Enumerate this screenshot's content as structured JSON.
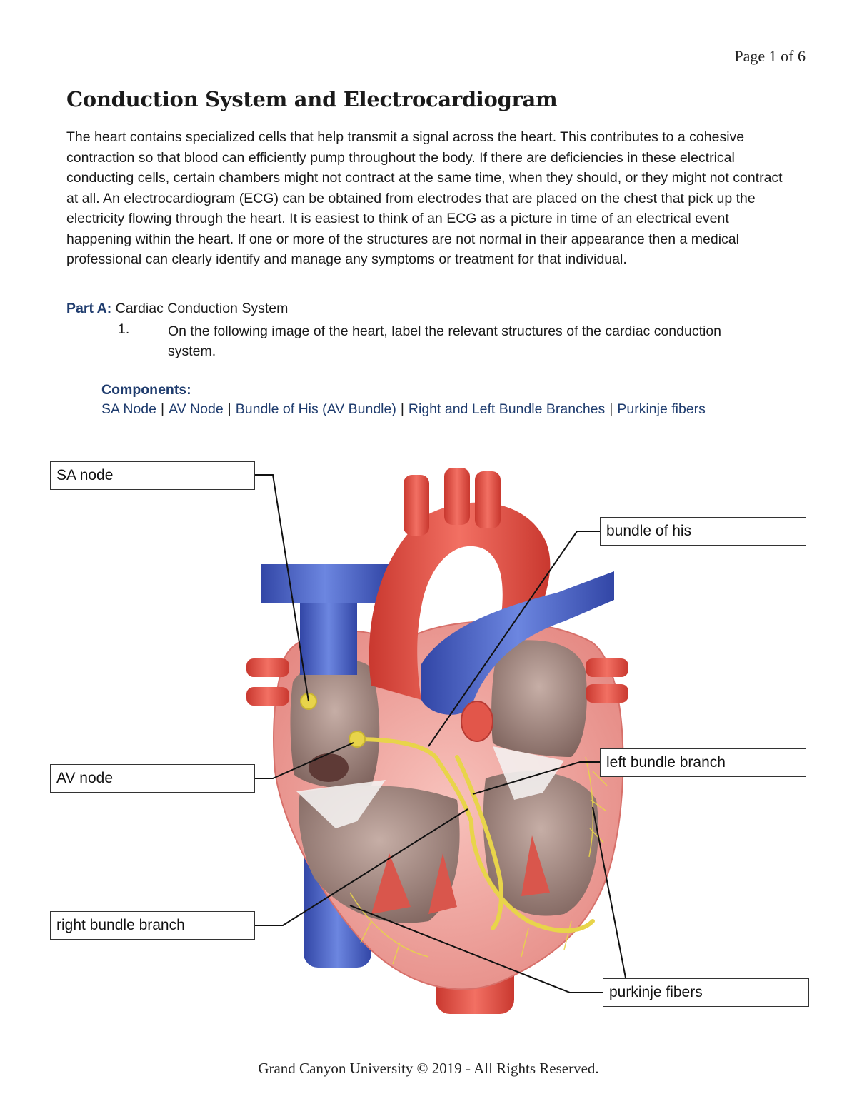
{
  "page_number": "Page 1 of 6",
  "title": "Conduction System and Electrocardiogram",
  "intro": "The heart contains specialized cells that help transmit a signal across the heart. This contributes to a cohesive contraction so that blood can efficiently pump throughout the body. If there are deficiencies in these electrical conducting cells, certain chambers might not contract at the same time, when they should, or they might not contract at all. An electrocardiogram (ECG) can be obtained from electrodes that are placed on the chest that pick up the electricity flowing through the heart. It is easiest to think of an ECG as a picture in time of an electrical event happening within the heart. If one or more of the structures are not normal in their appearance then a medical professional can clearly identify and manage any symptoms or treatment for that individual.",
  "part_a": {
    "label": "Part A:",
    "title": "Cardiac Conduction System"
  },
  "question": {
    "number": "1.",
    "text": "On the following image of the heart, label the relevant structures of the cardiac conduction system."
  },
  "components": {
    "title": "Components:",
    "items": [
      "SA Node",
      "AV Node",
      "Bundle of His (AV Bundle)",
      "Right and Left Bundle Branches",
      "Purkinje fibers"
    ]
  },
  "labels": {
    "sa_node": "SA node",
    "av_node": "AV node",
    "right_bundle_branch": "right bundle branch",
    "bundle_of_his": "bundle of his",
    "left_bundle_branch": "left bundle branch",
    "purkinje_fibers": "purkinje fibers"
  },
  "footer": "Grand Canyon University © 2019 - All Rights Reserved.",
  "colors": {
    "heading_blue": "#1f3c6e",
    "artery_red": "#e2564a",
    "vein_blue": "#4a64c8",
    "myocardium_pink": "#f2a6a0",
    "chamber_brown": "#9b8078",
    "conduction_yellow": "#e8d44a"
  }
}
